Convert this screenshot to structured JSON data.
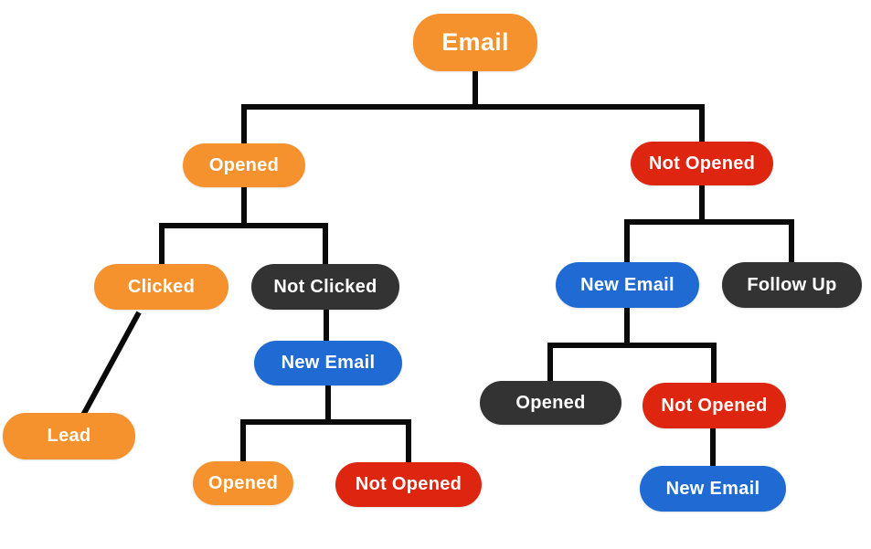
{
  "diagram": {
    "type": "decision-tree",
    "topic": "Email",
    "palette": {
      "orange": "#F6922D",
      "red": "#DE2510",
      "dark": "#333333",
      "blue": "#1F6BD3",
      "line": "#0A0A0A",
      "text": "#FFFFFF",
      "background": "#FFFFFF"
    },
    "nodes": [
      {
        "id": "email",
        "label": "Email",
        "color": "orange"
      },
      {
        "id": "opened",
        "label": "Opened",
        "color": "orange"
      },
      {
        "id": "not-opened",
        "label": "Not Opened",
        "color": "red"
      },
      {
        "id": "clicked",
        "label": "Clicked",
        "color": "orange"
      },
      {
        "id": "not-clicked",
        "label": "Not Clicked",
        "color": "dark"
      },
      {
        "id": "new-email-1",
        "label": "New Email",
        "color": "blue"
      },
      {
        "id": "lead",
        "label": "Lead",
        "color": "orange"
      },
      {
        "id": "opened-2",
        "label": "Opened",
        "color": "orange"
      },
      {
        "id": "not-opened-2",
        "label": "Not Opened",
        "color": "red"
      },
      {
        "id": "new-email-2",
        "label": "New Email",
        "color": "blue"
      },
      {
        "id": "follow-up",
        "label": "Follow Up",
        "color": "dark"
      },
      {
        "id": "opened-3",
        "label": "Opened",
        "color": "dark"
      },
      {
        "id": "not-opened-3",
        "label": "Not Opened",
        "color": "red"
      },
      {
        "id": "new-email-3",
        "label": "New Email",
        "color": "blue"
      }
    ],
    "edges": [
      {
        "from": "email",
        "to": "opened"
      },
      {
        "from": "email",
        "to": "not-opened"
      },
      {
        "from": "opened",
        "to": "clicked"
      },
      {
        "from": "opened",
        "to": "not-clicked"
      },
      {
        "from": "clicked",
        "to": "lead"
      },
      {
        "from": "not-clicked",
        "to": "new-email-1"
      },
      {
        "from": "new-email-1",
        "to": "opened-2"
      },
      {
        "from": "new-email-1",
        "to": "not-opened-2"
      },
      {
        "from": "not-opened",
        "to": "new-email-2"
      },
      {
        "from": "not-opened",
        "to": "follow-up"
      },
      {
        "from": "new-email-2",
        "to": "opened-3"
      },
      {
        "from": "new-email-2",
        "to": "not-opened-3"
      },
      {
        "from": "not-opened-3",
        "to": "new-email-3"
      }
    ]
  }
}
